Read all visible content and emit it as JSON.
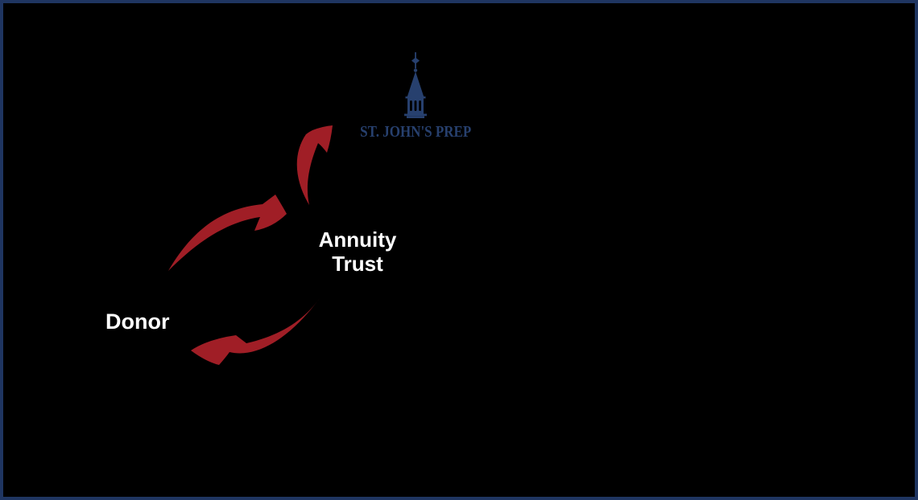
{
  "diagram": {
    "logo": {
      "org_name": "ST. JOHN'S PREP"
    },
    "nodes": {
      "trust": {
        "label_line1": "Annuity",
        "label_line2": "Trust"
      },
      "donor": {
        "label": "Donor"
      }
    },
    "arrows": [
      {
        "name": "donor-to-trust"
      },
      {
        "name": "trust-to-charity"
      },
      {
        "name": "trust-to-donor"
      }
    ],
    "colors": {
      "background": "#000000",
      "border_navy": "#1f3561",
      "logo_navy": "#27406e",
      "arrow_red": "#a01e26",
      "label_white": "#ffffff"
    }
  }
}
